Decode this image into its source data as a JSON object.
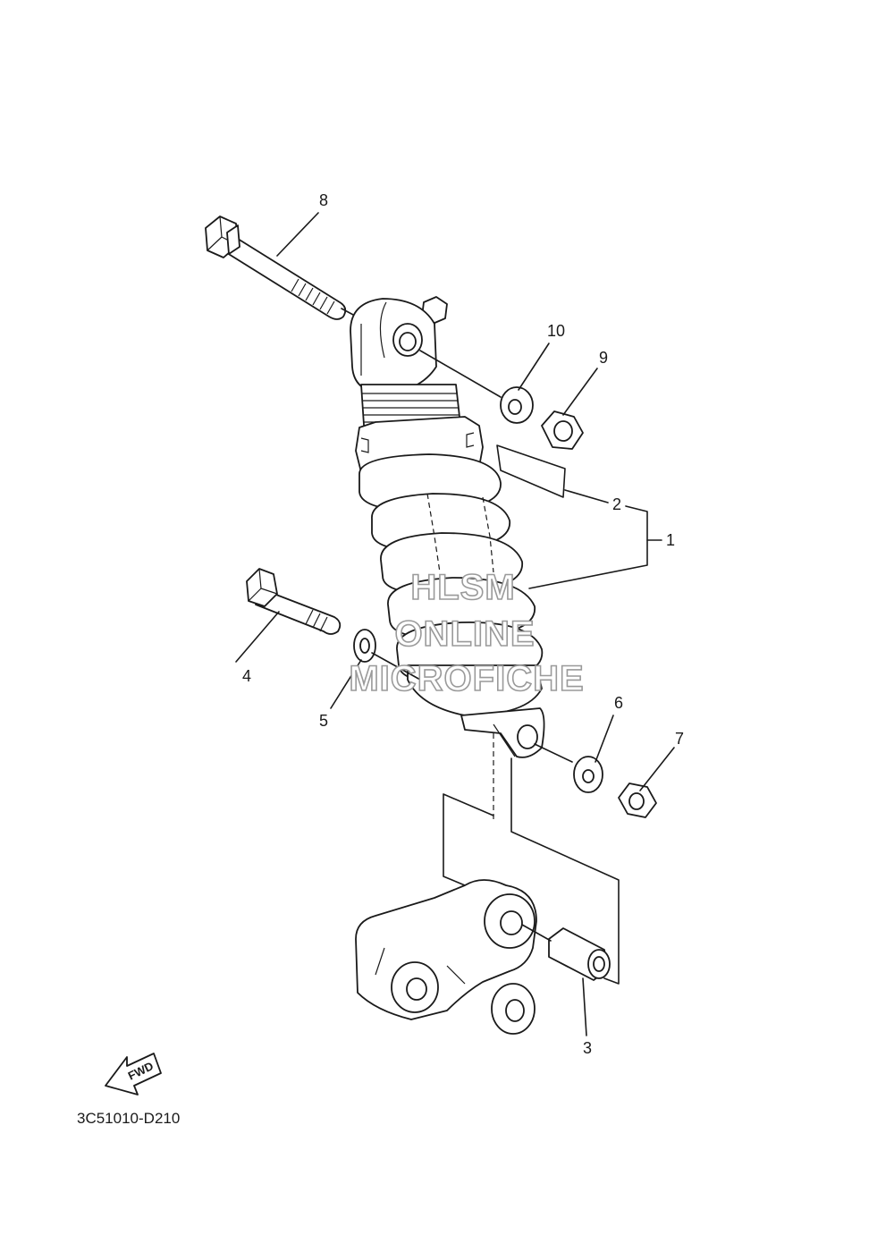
{
  "diagram_code": "3C51010-D210",
  "direction_label": "FWD",
  "watermark": {
    "line1": "HLSM",
    "line2": "ONLINE",
    "line3": "MICROFICHE"
  },
  "callouts": [
    {
      "id": "1",
      "label": "1"
    },
    {
      "id": "2",
      "label": "2"
    },
    {
      "id": "3",
      "label": "3"
    },
    {
      "id": "4",
      "label": "4"
    },
    {
      "id": "5",
      "label": "5"
    },
    {
      "id": "6",
      "label": "6"
    },
    {
      "id": "7",
      "label": "7"
    },
    {
      "id": "8",
      "label": "8"
    },
    {
      "id": "9",
      "label": "9"
    },
    {
      "id": "10",
      "label": "10"
    }
  ]
}
